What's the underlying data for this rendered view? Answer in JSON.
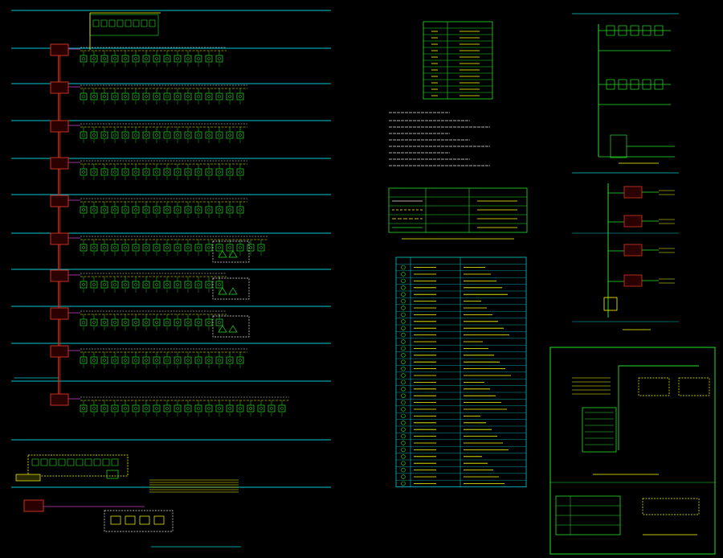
{
  "colors": {
    "background": "#000000",
    "cyan": "#00c8d2",
    "green": "#28e028",
    "red": "#c83020",
    "yellow": "#ffff00",
    "magenta": "#c040c0",
    "white": "#e8e8e8"
  },
  "floors": [
    {
      "devices": 14
    },
    {
      "devices": 16
    },
    {
      "devices": 16
    },
    {
      "devices": 16
    },
    {
      "devices": 16
    },
    {
      "devices": 18,
      "subpanel": true
    },
    {
      "devices": 14,
      "subpanel": true
    },
    {
      "devices": 14,
      "subpanel": true
    },
    {
      "devices": 16
    },
    {
      "devices": 20
    }
  ],
  "titles": {
    "riser": "",
    "t1": "",
    "t2": "",
    "t3": "",
    "t4": "",
    "t5": ""
  }
}
